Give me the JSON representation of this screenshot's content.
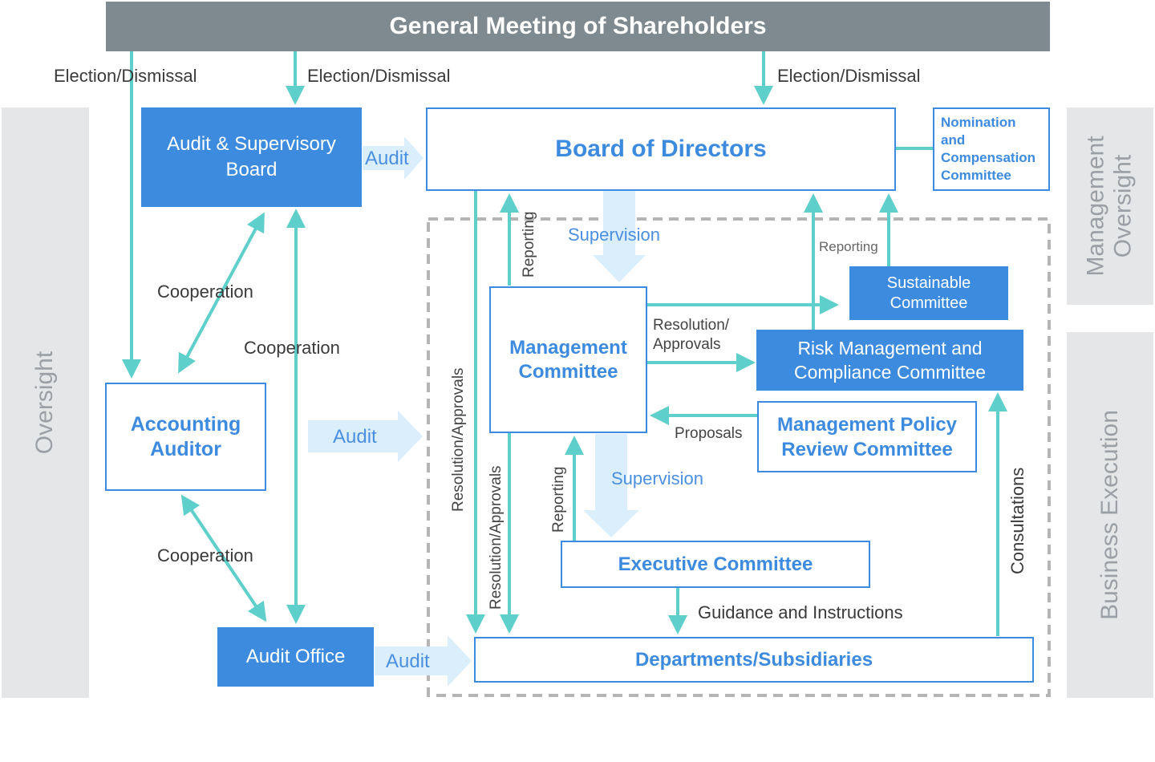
{
  "header": {
    "title": "General Meeting of Shareholders"
  },
  "sides": {
    "oversight": "Oversight",
    "management_oversight": "Management Oversight",
    "business_execution": "Business Execution"
  },
  "nodes": {
    "audit_board": "Audit & Supervisory Board",
    "board_of_directors": "Board of Directors",
    "nomination_committee": "Nomination and Compensation Committee",
    "accounting_auditor": "Accounting Auditor",
    "audit_office": "Audit Office",
    "management_committee": "Management Committee",
    "sustainable_committee": "Sustainable Committee",
    "risk_committee": "Risk Management and Compliance Committee",
    "policy_review_committee": "Management Policy Review Committee",
    "executive_committee": "Executive Committee",
    "departments": "Departments/Subsidiaries"
  },
  "labels": {
    "election_1": "Election/Dismissal",
    "election_2": "Election/Dismissal",
    "election_3": "Election/Dismissal",
    "audit_1": "Audit",
    "audit_2": "Audit",
    "audit_3": "Audit",
    "cooperation_1": "Cooperation",
    "cooperation_2": "Cooperation",
    "cooperation_3": "Cooperation",
    "supervision_1": "Supervision",
    "supervision_2": "Supervision",
    "reporting_1": "Reporting",
    "reporting_2": "Reporting",
    "reporting_3": "Reporting",
    "resolution_1": "Resolution/Approvals",
    "resolution_2": "Resolution/Approvals",
    "resolution_3": "Resolution/ Approvals",
    "proposals": "Proposals",
    "guidance": "Guidance and Instructions",
    "consultations": "Consultations"
  },
  "colors": {
    "header_bg": "#7f8a90",
    "node_blue": "#3d8bdf",
    "arrow_teal": "#5ecfca",
    "block_arrow": "#dbeefc",
    "side_panel": "#e5e6e8",
    "dashed_border": "#b5b5b5"
  }
}
